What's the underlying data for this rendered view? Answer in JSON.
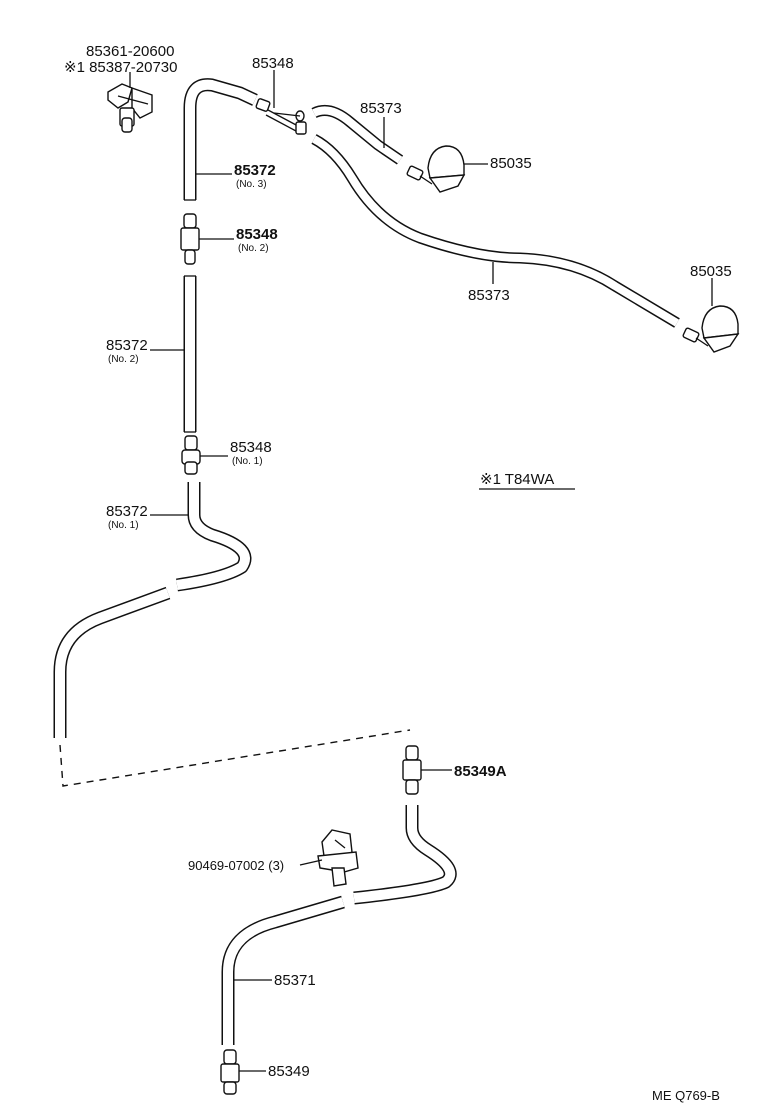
{
  "labels": {
    "clip_a": "85361-20600",
    "clip_b": "※1 85387-20730",
    "joint_top": "85348",
    "hose_no3": "85372",
    "hose_no3_sub": "(No. 3)",
    "joint_no2": "85348",
    "joint_no2_sub": "(No. 2)",
    "hose_no2": "85372",
    "hose_no2_sub": "(No. 2)",
    "joint_no1": "85348",
    "joint_no1_sub": "(No. 1)",
    "hose_no1": "85372",
    "hose_no1_sub": "(No. 1)",
    "hose_short": "85373",
    "nozzle_near": "85035",
    "hose_long": "85373",
    "nozzle_far": "85035",
    "note": "※1 T84WA",
    "joint_85349a": "85349A",
    "clamp": "90469-07002 (3)",
    "hose_85371": "85371",
    "joint_85349": "85349",
    "ref_code": "ME Q769-B"
  }
}
